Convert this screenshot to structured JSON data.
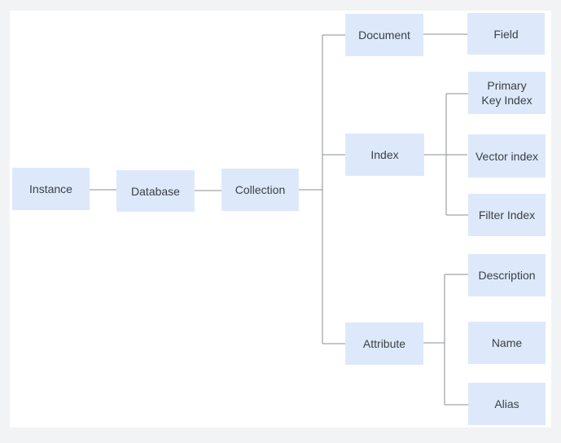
{
  "diagram": {
    "nodes": {
      "instance": "Instance",
      "database": "Database",
      "collection": "Collection",
      "document": "Document",
      "field": "Field",
      "index": "Index",
      "primary_key_index": "Primary Key Index",
      "vector_index": "Vector index",
      "filter_index": "Filter Index",
      "attribute": "Attribute",
      "description": "Description",
      "name": "Name",
      "alias": "Alias"
    },
    "edges": [
      [
        "instance",
        "database"
      ],
      [
        "database",
        "collection"
      ],
      [
        "collection",
        "document"
      ],
      [
        "collection",
        "index"
      ],
      [
        "collection",
        "attribute"
      ],
      [
        "document",
        "field"
      ],
      [
        "index",
        "primary_key_index"
      ],
      [
        "index",
        "vector_index"
      ],
      [
        "index",
        "filter_index"
      ],
      [
        "attribute",
        "description"
      ],
      [
        "attribute",
        "name"
      ],
      [
        "attribute",
        "alias"
      ]
    ],
    "colors": {
      "node_fill": "#dde9fb",
      "connector": "#8a8f96",
      "text": "#3b3f46"
    }
  }
}
